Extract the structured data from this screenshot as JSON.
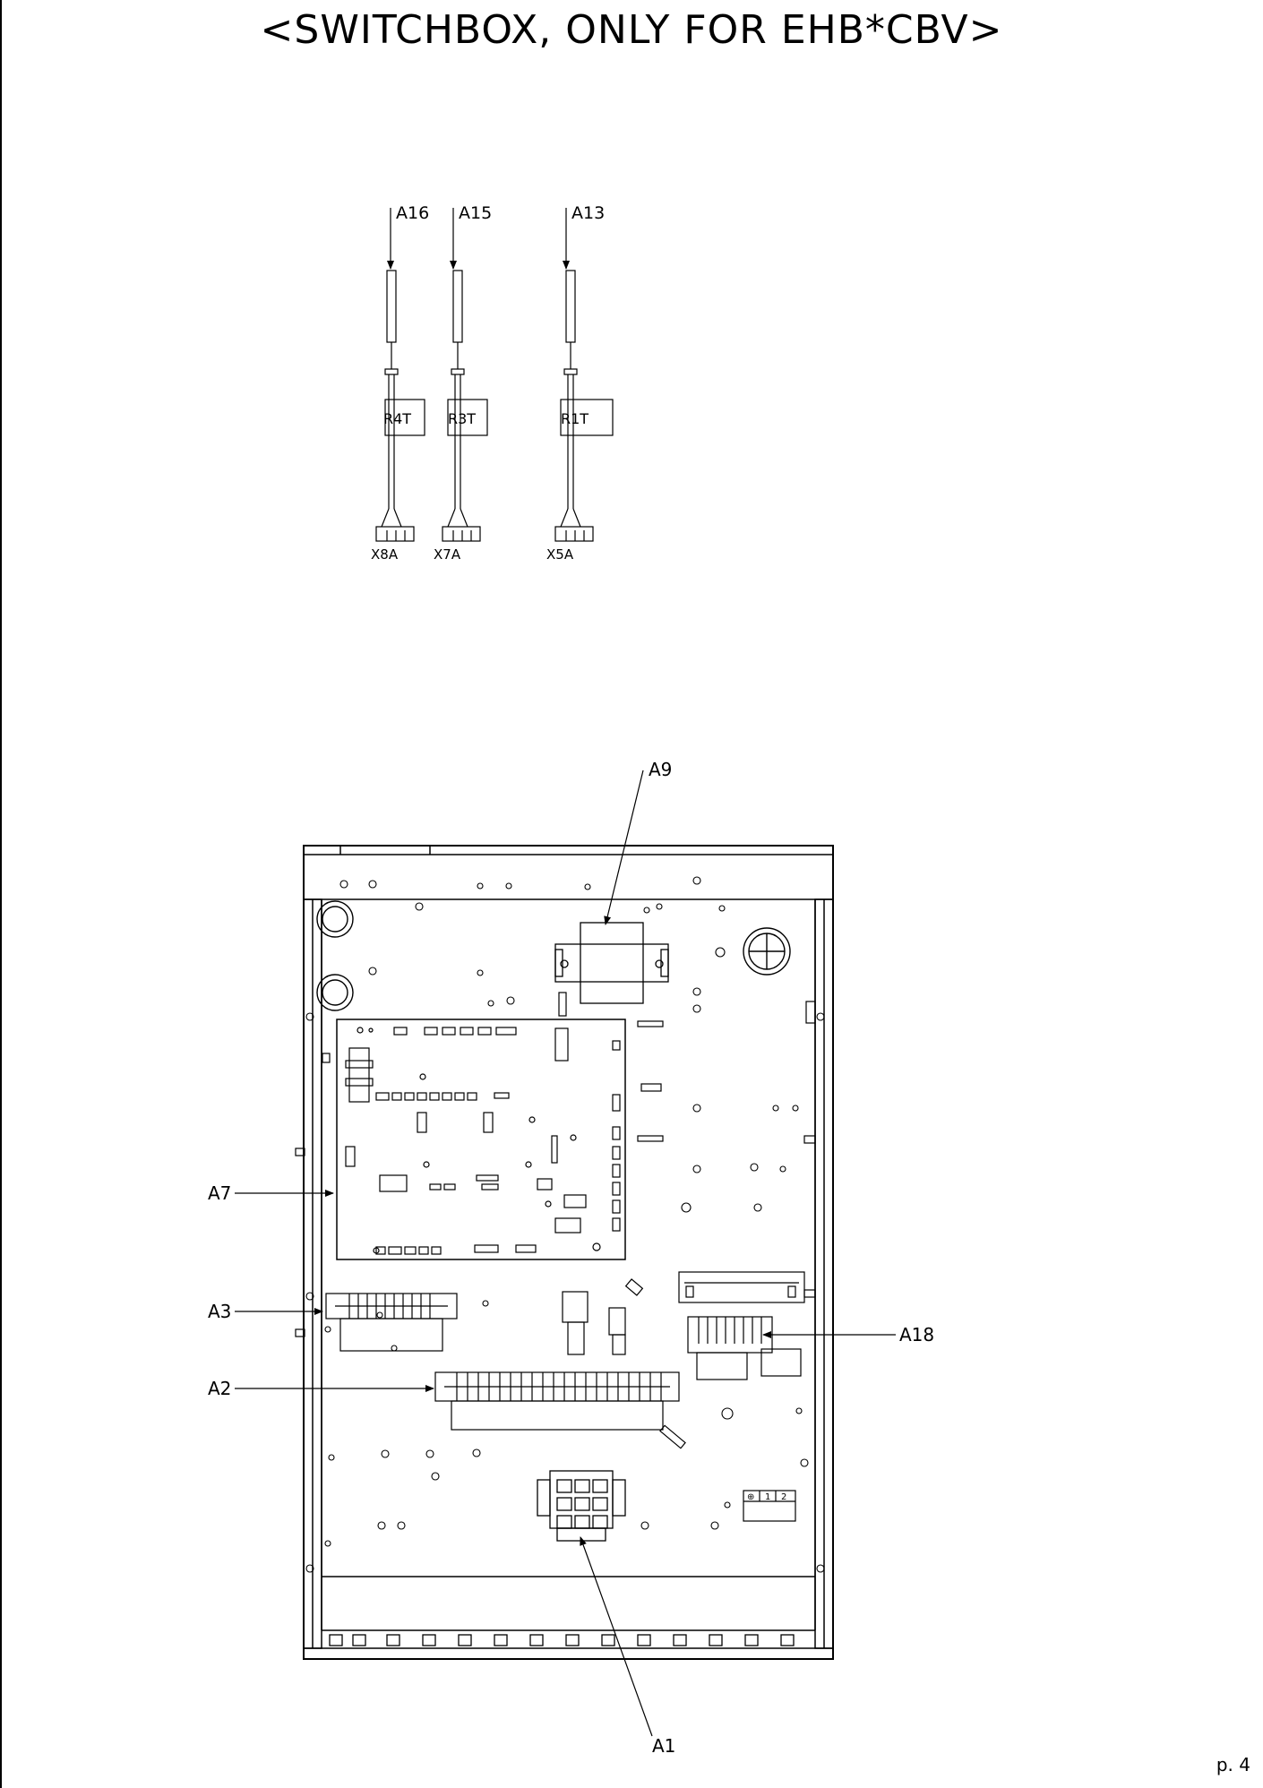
{
  "document": {
    "title": "<SWITCHBOX, ONLY FOR EHB*CBV>",
    "page": "p. 4"
  },
  "sensors": [
    {
      "callout": "A16",
      "sensor": "R4T",
      "connector": "X8A"
    },
    {
      "callout": "A15",
      "sensor": "R3T",
      "connector": "X7A"
    },
    {
      "callout": "A13",
      "sensor": "R1T",
      "connector": "X5A"
    }
  ],
  "switchbox_callouts": {
    "a9": "A9",
    "a7": "A7",
    "a3": "A3",
    "a2": "A2",
    "a18": "A18",
    "a1": "A1"
  },
  "label_plate": {
    "sym": "⊕",
    "n1": "1",
    "n2": "2"
  }
}
